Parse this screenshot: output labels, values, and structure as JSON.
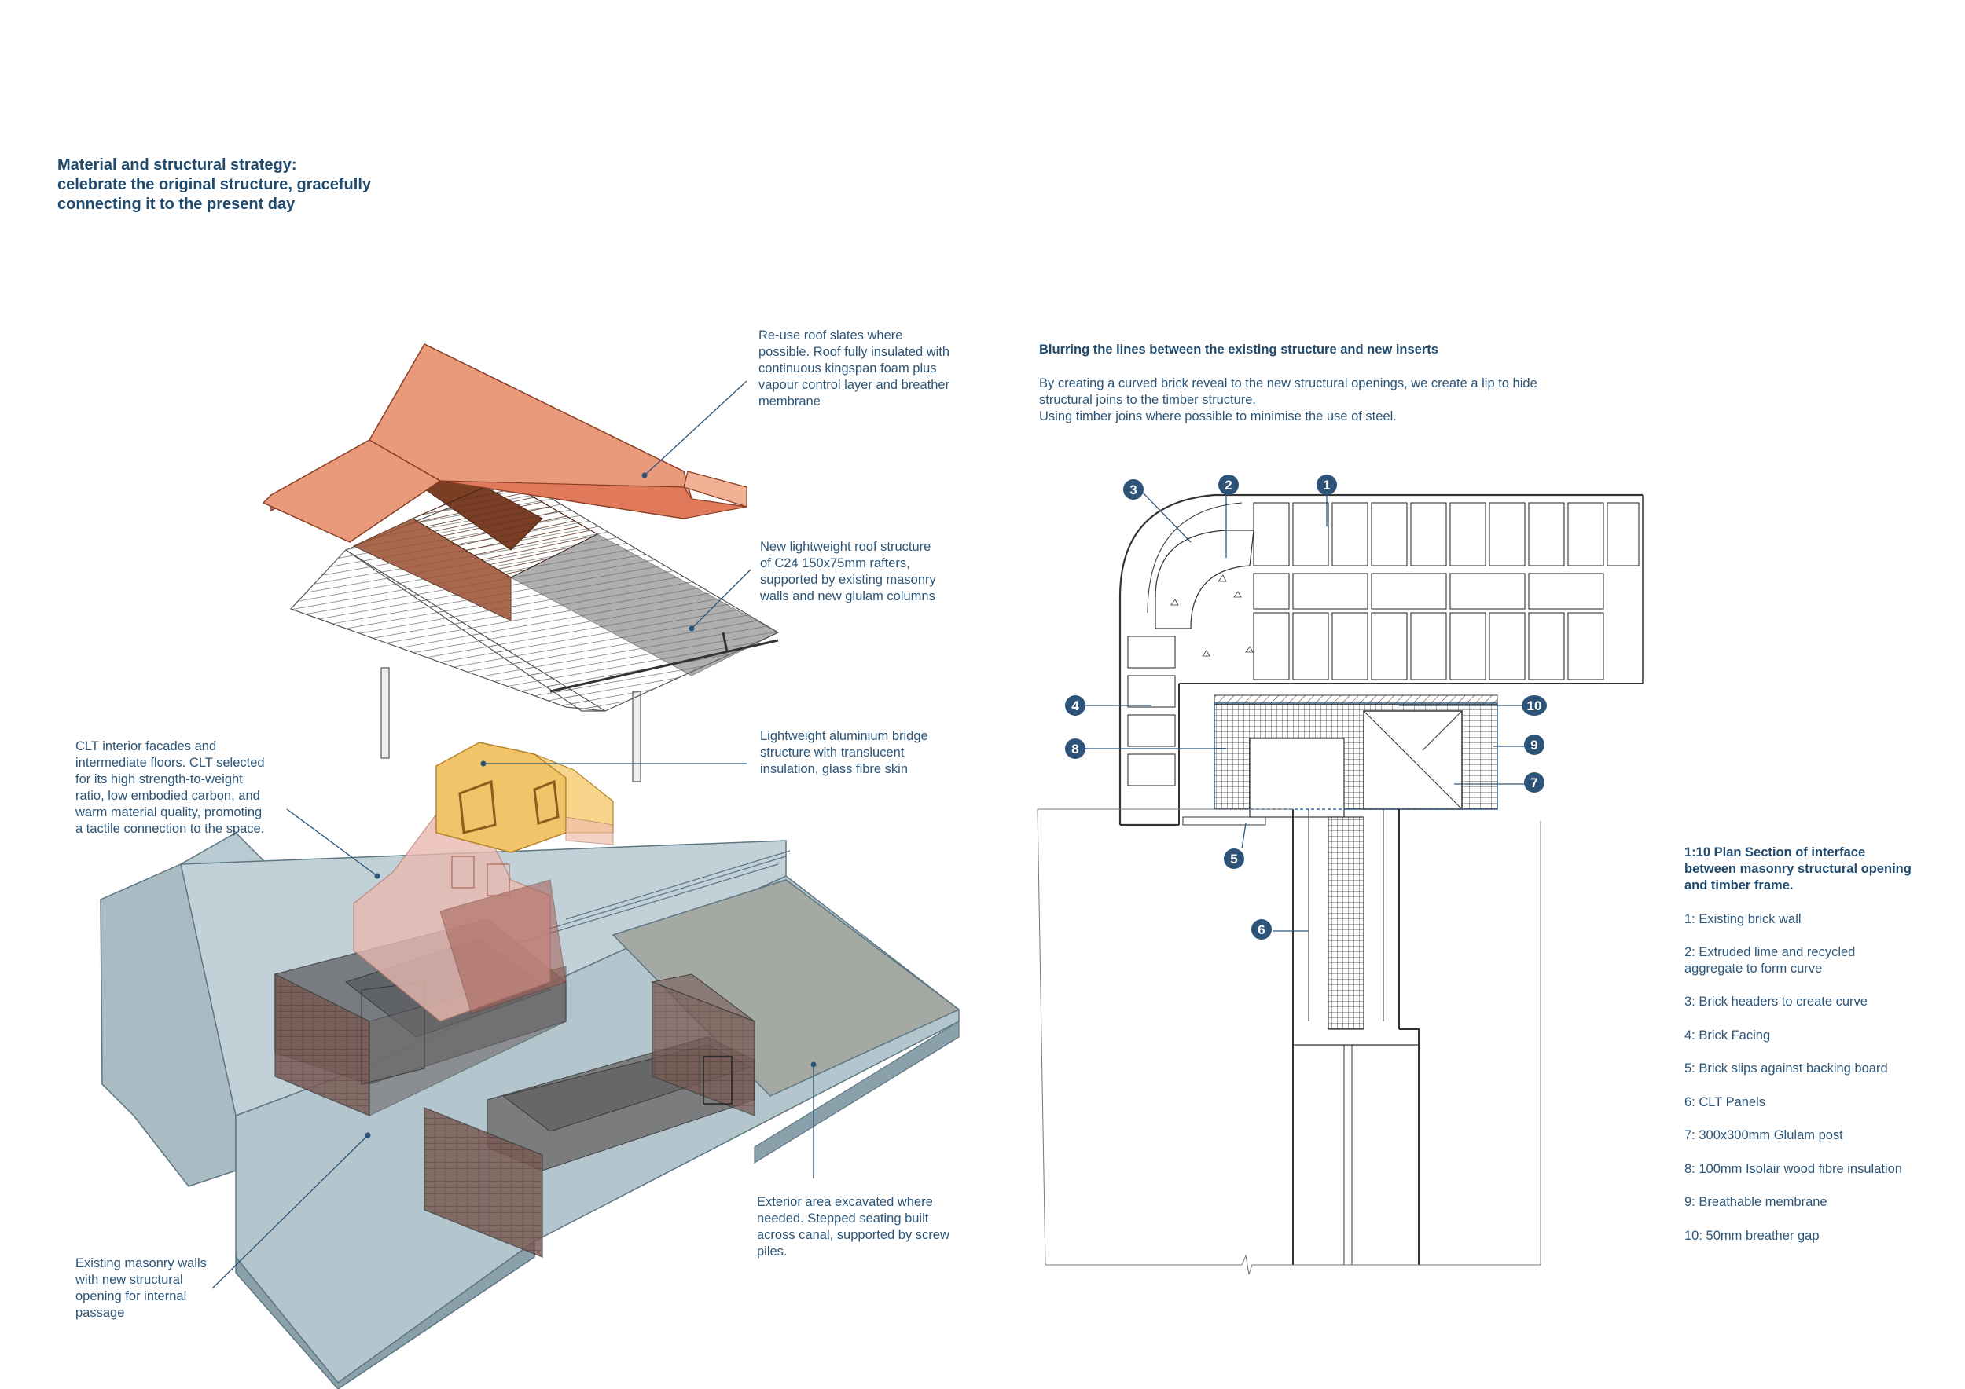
{
  "title": "Material and structural strategy:\ncelebrate the original structure, gracefully\nconnecting it to the present day",
  "axo_notes": {
    "roof_slates": "Re-use roof slates where\npossible. Roof fully insulated with\ncontinuous kingspan foam plus\nvapour control layer and breather\nmembrane",
    "roof_structure": "New lightweight roof structure\nof C24 150x75mm rafters,\nsupported by existing masonry\nwalls and new glulam columns",
    "bridge": "Lightweight aluminium bridge\nstructure with translucent\ninsulation, glass fibre skin",
    "clt": "CLT interior facades and\nintermediate floors. CLT selected\nfor its high strength-to-weight\nratio, low embodied carbon, and\nwarm material quality, promoting\na tactile connection to the space.",
    "exterior": "Exterior area excavated where\nneeded. Stepped seating built\nacross canal, supported by screw\npiles.",
    "masonry": "Existing masonry walls\nwith new structural\nopening for internal\npassage"
  },
  "section": {
    "heading": "Blurring the lines between the existing structure and new inserts",
    "body": "By creating a curved brick reveal to the new structural openings, we create a lip to hide\nstructural joins to the timber structure.\nUsing timber joins where possible to minimise the use of steel.",
    "badges": [
      "1",
      "2",
      "3",
      "4",
      "5",
      "6",
      "7",
      "8",
      "9",
      "10"
    ]
  },
  "legend": {
    "title": "1:10 Plan Section of interface\nbetween masonry structural opening\nand timber frame.",
    "items": [
      "1: Existing brick wall",
      "2: Extruded lime and recycled\naggregate to form curve",
      "3: Brick headers to create curve",
      "4: Brick Facing",
      "5: Brick slips against backing board",
      "6: CLT Panels",
      "7: 300x300mm Glulam post",
      "8: 100mm Isolair wood fibre insulation",
      "9: Breathable membrane",
      "10: 50mm breather gap"
    ]
  },
  "colors": {
    "text": "#1f4a6e",
    "badge": "#2d5478",
    "roof": "#e89a7a",
    "bridge": "#f2c46a",
    "ground": "#b4c6cd",
    "wall": "#8a6a64"
  }
}
